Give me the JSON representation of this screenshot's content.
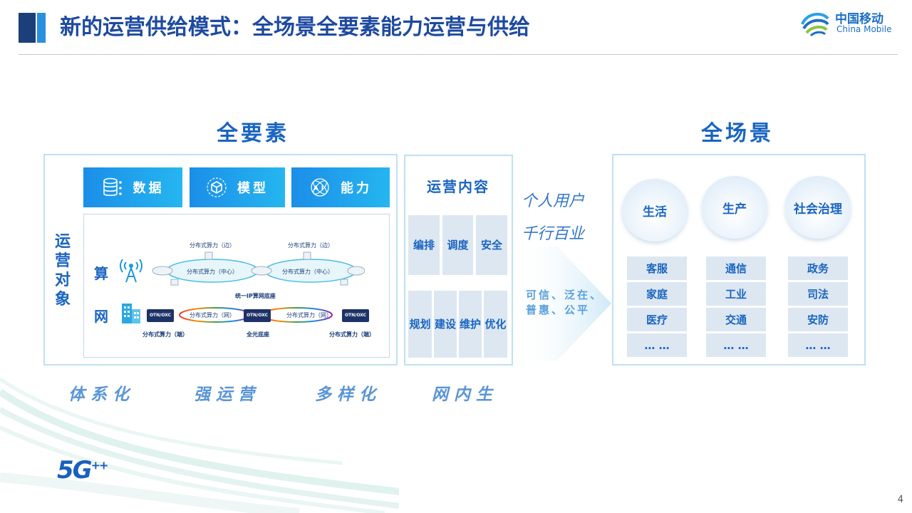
{
  "header": {
    "title": "新的运营供给模式：全场景全要素能力运营与供给",
    "logo_cn": "中国移动",
    "logo_en": "China Mobile"
  },
  "left_section": {
    "title": "全要素",
    "side_label": [
      "运",
      "营",
      "对",
      "象"
    ],
    "tabs": [
      {
        "label": "数据",
        "icon": "database-icon"
      },
      {
        "label": "模型",
        "icon": "cube-icon"
      },
      {
        "label": "能力",
        "icon": "ai-chip-icon"
      }
    ],
    "network": {
      "row_compute": "算",
      "row_network": "网",
      "edge1": "分布式算力（边）",
      "edge2": "分布式算力（边）",
      "center1": "分布式算力（中心）",
      "center2": "分布式算力（中心）",
      "ip_base": "统一IP算网底座",
      "net1": "分布式算力（网）",
      "net2": "分布式算力（网）",
      "otn1": "OTN/OXC",
      "otn2": "OTN/OXC",
      "otn3": "OTN/OXC",
      "end1": "分布式算力（端）",
      "optical_base": "全光底座",
      "end2": "分布式算力（端）"
    }
  },
  "operation": {
    "title": "运营内容",
    "top_cells": [
      "编排",
      "调度",
      "安全"
    ],
    "bottom_cells": [
      "规划",
      "建设",
      "维护",
      "优化"
    ]
  },
  "arrow": {
    "users": [
      "个人用户",
      "千行百业"
    ],
    "trust_line1": "可信、泛在、",
    "trust_line2": "普惠、公平"
  },
  "right_section": {
    "title": "全场景",
    "columns": [
      {
        "title": "生活",
        "items": [
          "客服",
          "家庭",
          "医疗",
          "… …"
        ]
      },
      {
        "title": "生产",
        "items": [
          "通信",
          "工业",
          "交通",
          "… …"
        ]
      },
      {
        "title": "社会治理",
        "items": [
          "政务",
          "司法",
          "安防",
          "… …"
        ]
      }
    ]
  },
  "taglines": [
    "体系化",
    "强运营",
    "多样化",
    "网内生"
  ],
  "footer": {
    "badge": "5G",
    "badge_sup": "++",
    "page_number": "4"
  },
  "colors": {
    "primary": "#1a65c0",
    "accent": "#25b6f0",
    "cell_bg": "#dde7f2",
    "border": "#bfe0f2"
  }
}
